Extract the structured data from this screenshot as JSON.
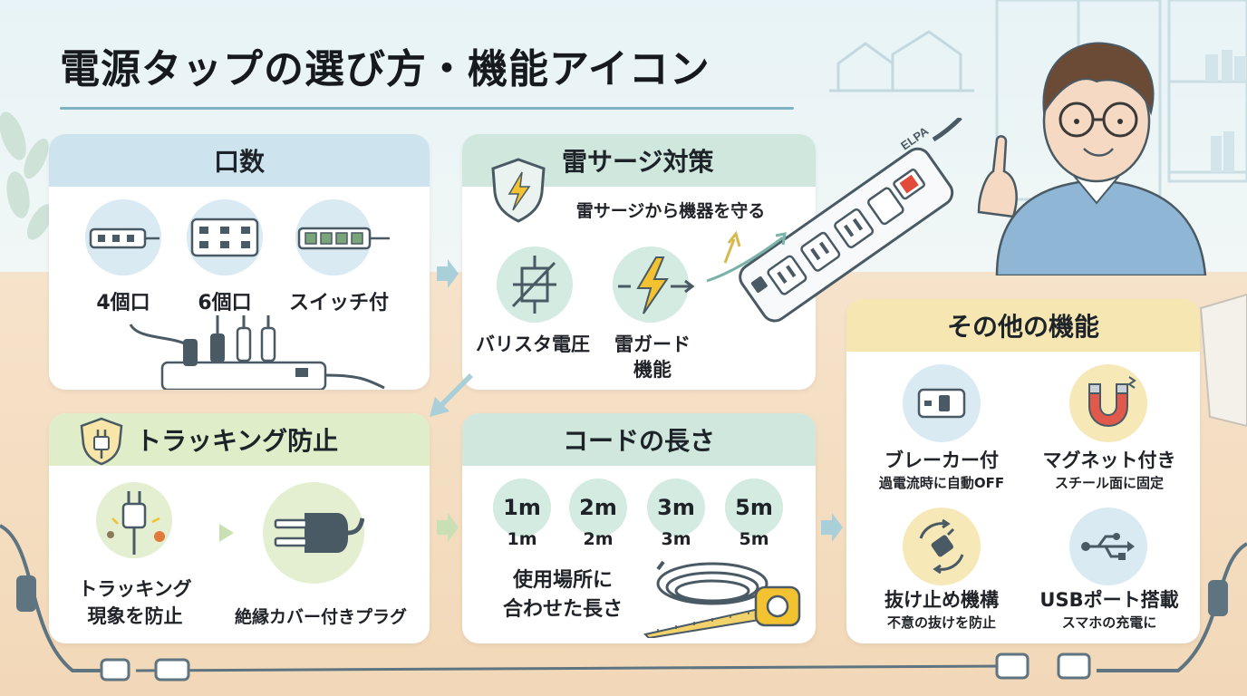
{
  "title": "電源タップの選び方・機能アイコン",
  "cards": {
    "outlets": {
      "header": "口数",
      "items": [
        {
          "label": "4個口",
          "icon": "4-outlet-strip-icon"
        },
        {
          "label": "6個口",
          "icon": "6-outlet-strip-icon"
        },
        {
          "label": "スイッチ付",
          "icon": "switched-strip-icon"
        }
      ]
    },
    "surge": {
      "header": "雷サージ対策",
      "subtitle": "雷サージから機器を守る",
      "items": [
        {
          "label": "バリスタ電圧",
          "icon": "varistor-icon"
        },
        {
          "label_line1": "雷ガード",
          "label_line2": "機能",
          "icon": "lightning-bolt-icon"
        }
      ]
    },
    "tracking": {
      "header": "トラッキング防止",
      "items": [
        {
          "label_line1": "トラッキング",
          "label_line2": "現象を防止",
          "icon": "plug-spark-icon"
        },
        {
          "label": "絶縁カバー付きプラグ",
          "icon": "insulated-plug-icon"
        }
      ]
    },
    "cord": {
      "header": "コードの長さ",
      "lengths": [
        {
          "badge": "1m",
          "caption": "1m"
        },
        {
          "badge": "2m",
          "caption": "2m"
        },
        {
          "badge": "3m",
          "caption": "3m"
        },
        {
          "badge": "5m",
          "caption": "5m"
        }
      ],
      "note_line1": "使用場所に",
      "note_line2": "合わせた長さ"
    },
    "other": {
      "header": "その他の機能",
      "items": [
        {
          "label": "ブレーカー付",
          "sub": "過電流時に自動OFF",
          "icon": "breaker-switch-icon"
        },
        {
          "label": "マグネット付き",
          "sub": "スチール面に固定",
          "icon": "magnet-icon"
        },
        {
          "label": "抜け止め機構",
          "sub": "不意の抜けを防止",
          "icon": "lock-plug-icon"
        },
        {
          "label": "USBポート搭載",
          "sub": "スマホの充電に",
          "icon": "usb-icon"
        }
      ]
    }
  },
  "power_strip_brand": "ELPA",
  "colors": {
    "header_blue": "#cde3ee",
    "header_green": "#cfe7dc",
    "header_lime": "#e0edc9",
    "header_yellow": "#f6e7b2",
    "icon_circle_blue": "#d9eaf3",
    "icon_circle_green": "#d3ebe0",
    "icon_circle_yellow": "#f7e8b8",
    "bolt_yellow": "#f2c230",
    "arrow_teal": "#a9cfd8"
  }
}
